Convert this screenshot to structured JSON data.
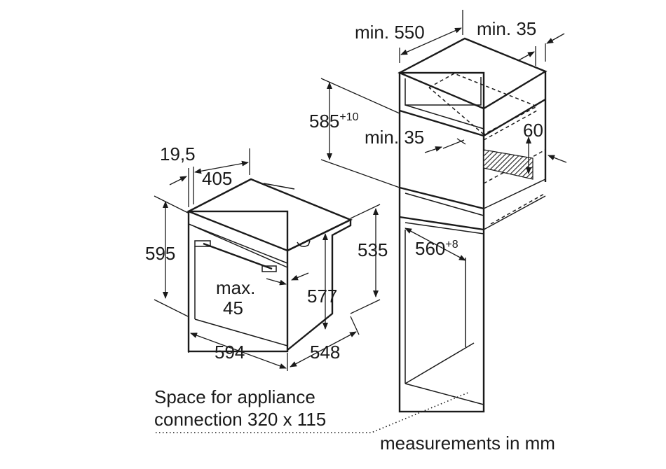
{
  "dimensions": {
    "min_550": "min. 550",
    "min_35_top": "min. 35",
    "d585": "585",
    "d585_sup": "+10",
    "min_35_mid": "min. 35",
    "d60": "60",
    "d560": "560",
    "d560_sup": "+8",
    "d19_5": "19,5",
    "d405": "405",
    "d595": "595",
    "d535": "535",
    "max_45_a": "max.",
    "max_45_b": "45",
    "d577": "577",
    "d594": "594",
    "d548": "548"
  },
  "notes": {
    "appliance_space_line1": "Space for appliance",
    "appliance_space_line2": "connection 320 x 115",
    "units": "measurements in mm"
  }
}
